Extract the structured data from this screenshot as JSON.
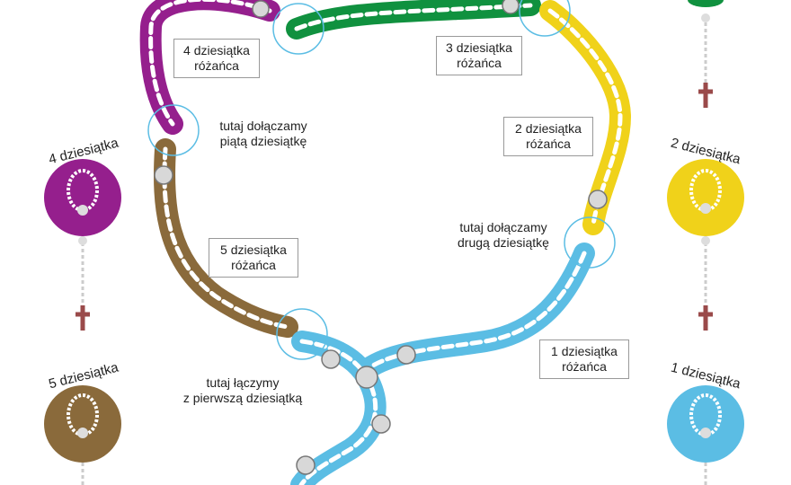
{
  "colors": {
    "decade1": "#5bbde4",
    "decade2": "#f0d21a",
    "decade3": "#10913f",
    "decade4": "#951f8d",
    "decade5": "#8a6a3b",
    "ring": "#5bbde4",
    "cross": "#9a4a4a"
  },
  "callouts": {
    "d1": {
      "line1": "1 dziesiątka",
      "line2": "różańca"
    },
    "d2": {
      "line1": "2 dziesiątka",
      "line2": "różańca"
    },
    "d3": {
      "line1": "3 dziesiątka",
      "line2": "różańca"
    },
    "d4": {
      "line1": "4 dziesiątka",
      "line2": "różańca"
    },
    "d5": {
      "line1": "5 dziesiątka",
      "line2": "różańca"
    }
  },
  "notes": {
    "fifth": {
      "line1": "tutaj dołączamy",
      "line2": "piątą dziesiątkę"
    },
    "second": {
      "line1": "tutaj dołączamy",
      "line2": "drugą dziesiątkę"
    },
    "first": {
      "line1": "tutaj łączymy",
      "line2": "z pierwszą dziesiątką"
    }
  },
  "side_titles": {
    "left_top": "4 dziesiątka",
    "left_bottom": "5 dziesiątka",
    "right_middle": "2 dziesiątka",
    "right_bottom": "1 dziesiątka"
  }
}
